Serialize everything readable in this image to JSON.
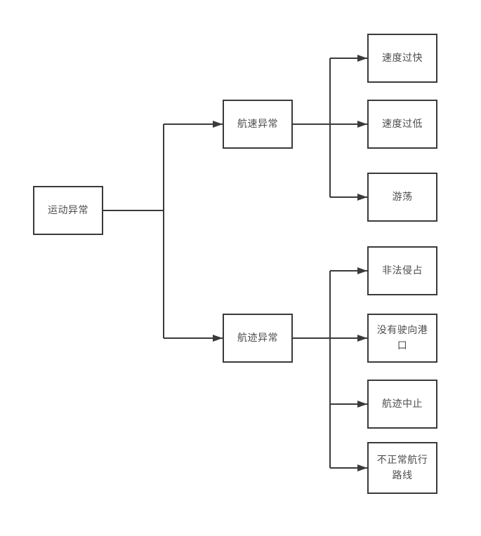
{
  "diagram": {
    "type": "flowchart-tree",
    "root": {
      "label": "运动异常"
    },
    "branches": [
      {
        "label": "航速异常",
        "children": [
          {
            "label": "速度过快"
          },
          {
            "label": "速度过低"
          },
          {
            "label": "游荡"
          }
        ]
      },
      {
        "label": "航迹异常",
        "children": [
          {
            "label": "非法侵占"
          },
          {
            "label": "没有驶向港口"
          },
          {
            "label": "航迹中止"
          },
          {
            "label": "不正常航行路线"
          }
        ]
      }
    ],
    "colors": {
      "node_border": "#3a3a3a",
      "node_fill": "#ffffff",
      "text": "#4d4d4d",
      "connector": "#3a3a3a",
      "background": "#ffffff"
    }
  }
}
